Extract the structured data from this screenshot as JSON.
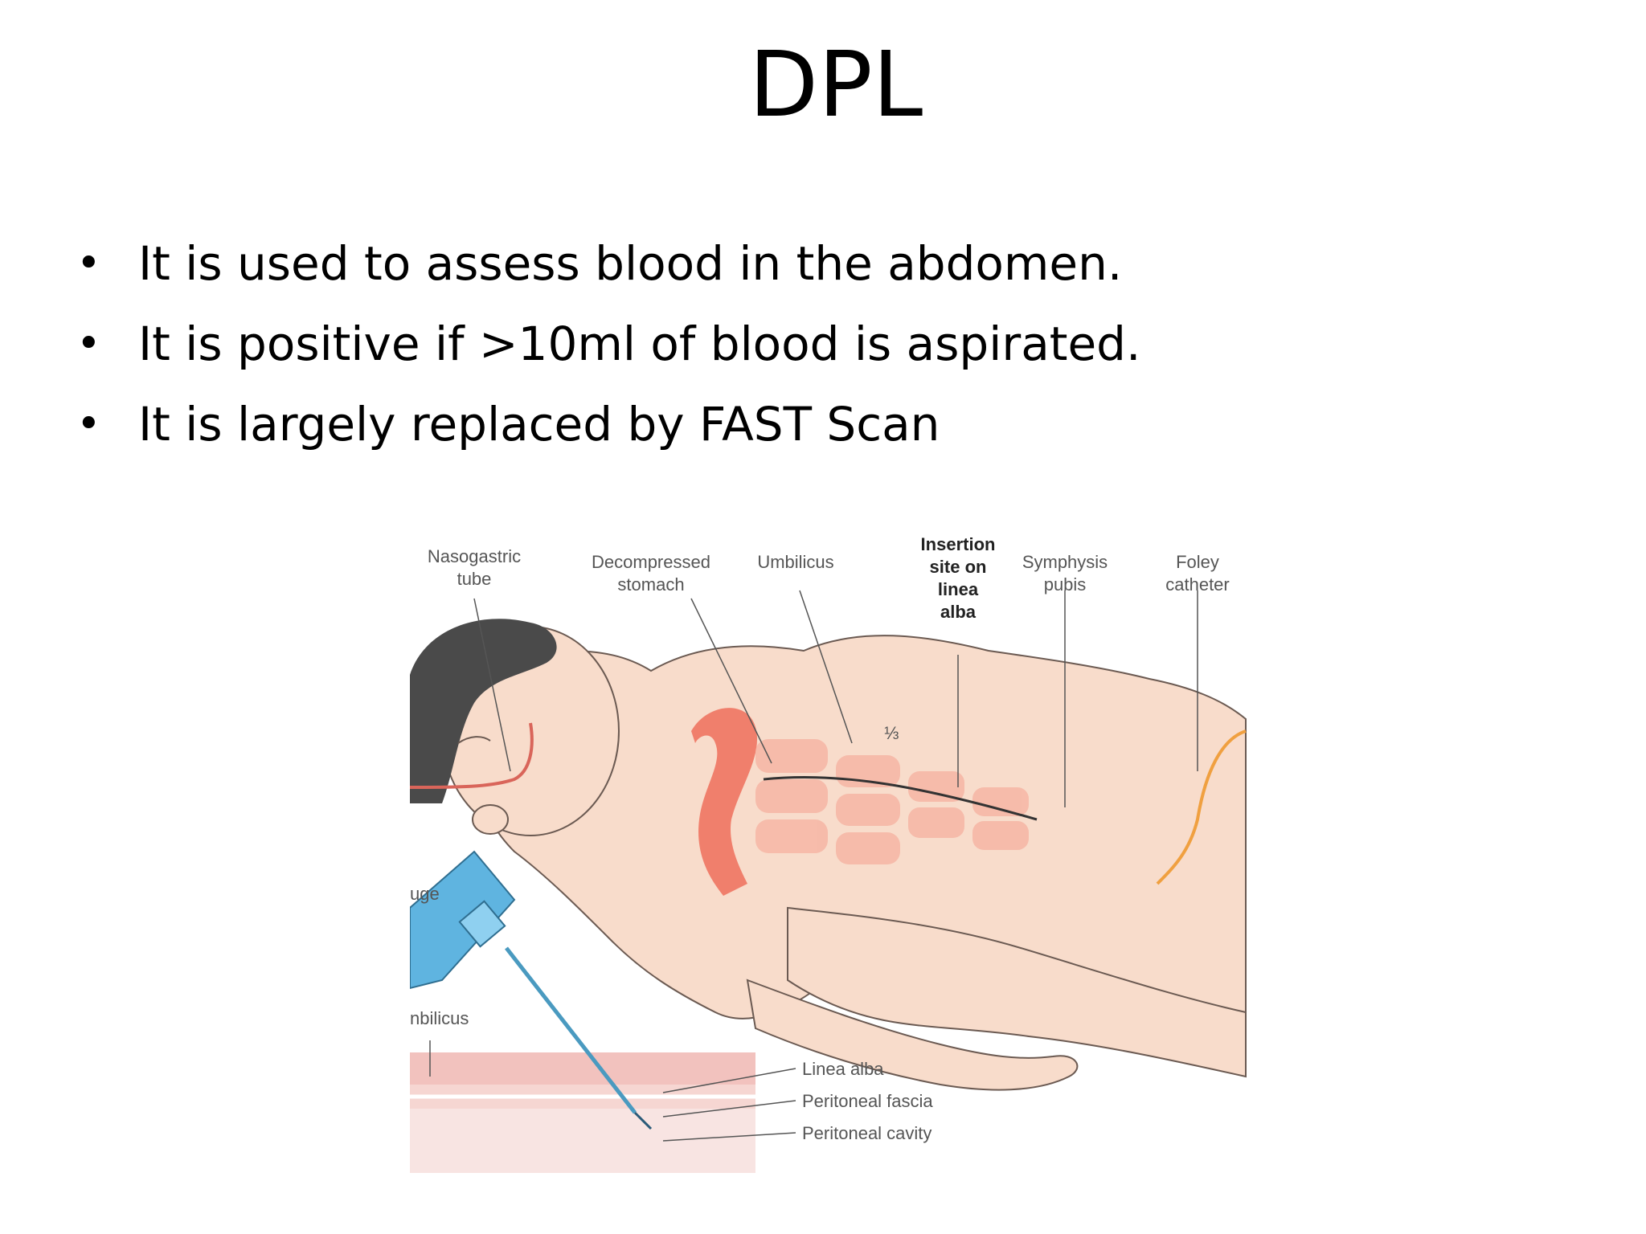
{
  "slide": {
    "title": "DPL",
    "bullets": [
      "It is used to assess blood in the abdomen.",
      "It is positive if >10ml of blood is aspirated.",
      "It is largely replaced by FAST Scan"
    ],
    "bullet_symbol": "•"
  },
  "figure": {
    "labels": {
      "nasogastric_1": "Nasogastric",
      "nasogastric_2": "tube",
      "decompressed_1": "Decompressed",
      "decompressed_2": "stomach",
      "umbilicus": "Umbilicus",
      "insertion_1": "Insertion",
      "insertion_2": "site on",
      "insertion_3": "linea",
      "insertion_4": "alba",
      "symphysis_1": "Symphysis",
      "symphysis_2": "pubis",
      "foley_1": "Foley",
      "foley_2": "catheter",
      "third": "⅓",
      "gauge_fragment": "uge",
      "umbilicus_fragment": "nbilicus",
      "linea_alba": "Linea alba",
      "peritoneal_fascia": "Peritoneal fascia",
      "peritoneal_cavity": "Peritoneal cavity"
    },
    "colors": {
      "skin": "#f8dccb",
      "skin_outline": "#6b5a52",
      "hair": "#4a4a4a",
      "stomach": "#ef6f5c",
      "muscle": "#f6b4a3",
      "syringe": "#5fb4e0",
      "foley": "#f0a040",
      "tissue": "#f2c2be"
    }
  }
}
